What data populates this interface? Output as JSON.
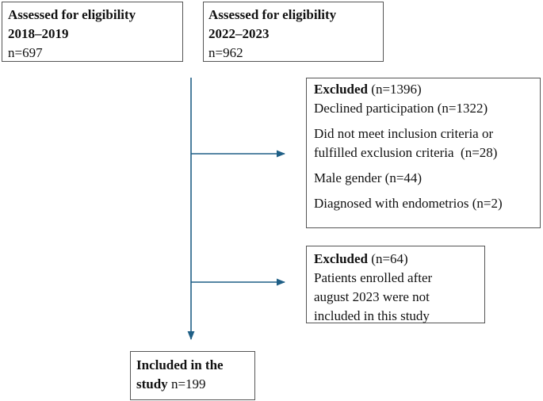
{
  "boxes": {
    "eligibility_2018": {
      "title_line1": "Assessed for eligibility",
      "title_line2": "2018–2019",
      "count": "n=697"
    },
    "eligibility_2022": {
      "title_line1": "Assessed for eligibility",
      "title_line2": "2022–2023",
      "count": "n=962"
    },
    "excluded_1": {
      "title": "Excluded",
      "count": " (n=1396)",
      "declined": "Declined participation (n=1322)",
      "criteria_line1": "Did not meet inclusion criteria or",
      "criteria_line2": "fulfilled exclusion criteria  (n=28)",
      "male": "Male gender (n=44)",
      "endometriosis": "Diagnosed with endometrios (n=2)"
    },
    "excluded_2": {
      "title": "Excluded",
      "count": " (n=64)",
      "line1": "Patients enrolled after",
      "line2": "august 2023 were not",
      "line3": "included in this study"
    },
    "included": {
      "title_line1": "Included in the",
      "title_line2": "study",
      "count": " n=199"
    }
  },
  "colors": {
    "arrow": "#1f5f86",
    "border": "#555555",
    "text": "#111111"
  }
}
